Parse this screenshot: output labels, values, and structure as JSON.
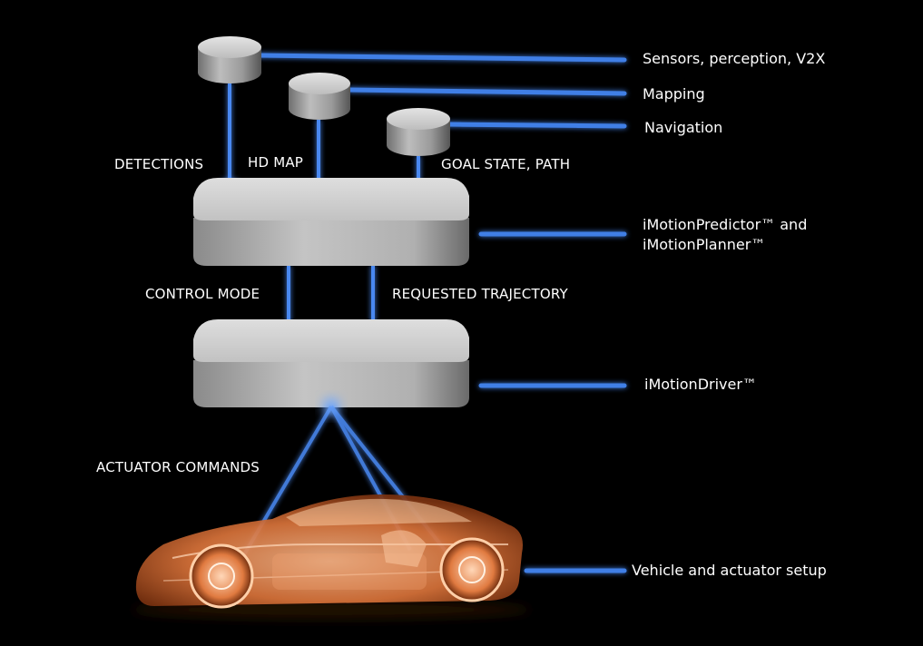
{
  "components": {
    "sensors": "Sensors, perception, V2X",
    "mapping": "Mapping",
    "navigation": "Navigation",
    "predictor_line1": "iMotionPredictor™ and",
    "predictor_line2": "iMotionPlanner™",
    "driver": "iMotionDriver™",
    "vehicle": "Vehicle  and actuator setup"
  },
  "flows": {
    "detections": "DETECTIONS",
    "hd_map": "HD MAP",
    "goal_state": "GOAL STATE, PATH",
    "control_mode": "CONTROL MODE",
    "requested_trajectory": "REQUESTED TRAJECTORY",
    "actuator_commands": "ACTUATOR COMMANDS"
  },
  "colors": {
    "background": "#000000",
    "connector": "#3f7fe6",
    "block": "#c8c8c8",
    "vehicle": "#e8834a"
  }
}
